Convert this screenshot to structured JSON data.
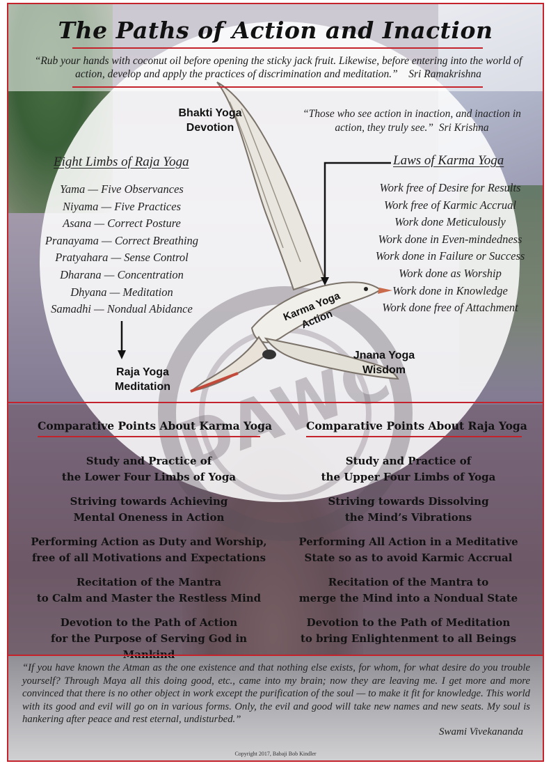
{
  "title": "The Paths of Action and Inaction",
  "top_quote": {
    "text": "“Rub your hands with coconut oil before opening the sticky jack fruit.  Likewise, before entering into the world of action, develop and apply the practices of discrimination and meditation.”",
    "author": "Sri Ramakrishna"
  },
  "krishna_quote": {
    "text": "“Those who see action in inaction, and inaction in action, they truly see.”",
    "author": "Sri Krishna"
  },
  "paths": {
    "bhakti": {
      "name": "Bhakti Yoga",
      "meaning": "Devotion"
    },
    "raja": {
      "name": "Raja Yoga",
      "meaning": "Meditation"
    },
    "jnana": {
      "name": "Jnana Yoga",
      "meaning": "Wisdom"
    },
    "karma": {
      "name": "Karma Yoga",
      "meaning": "Action"
    }
  },
  "raja_limbs": {
    "title": "Eight Limbs of Raja Yoga",
    "items": [
      "Yama — Five Observances",
      "Niyama — Five Practices",
      "Asana — Correct Posture",
      "Pranayama — Correct Breathing",
      "Pratyahara — Sense Control",
      "Dharana — Concentration",
      "Dhyana — Meditation",
      "Samadhi — Nondual Abidance"
    ]
  },
  "karma_laws": {
    "title": "Laws of Karma Yoga",
    "items": [
      "Work free of Desire for Results",
      "Work free of Karmic Accrual",
      "Work done Meticulously",
      "Work done in Even-mindedness",
      "Work done in Failure or Success",
      "Work done as Worship",
      "Work done in Knowledge",
      "Work done free of Attachment"
    ]
  },
  "comparison": {
    "karma_title": "Comparative Points About Karma Yoga",
    "raja_title": "Comparative Points About Raja Yoga",
    "karma_points": [
      {
        "l1": "Study and Practice of",
        "l2": "the Lower Four Limbs of Yoga"
      },
      {
        "l1": "Striving towards Achieving",
        "l2": "Mental Oneness in Action"
      },
      {
        "l1": "Performing Action as Duty and Worship,",
        "l2": "free of all Motivations and Expectations"
      },
      {
        "l1": "Recitation of the Mantra",
        "l2": "to Calm and Master the Restless Mind"
      },
      {
        "l1": "Devotion to the Path of Action",
        "l2": "for the Purpose of Serving God in Mankind"
      }
    ],
    "raja_points": [
      {
        "l1": "Study and Practice of",
        "l2": "the Upper Four Limbs of Yoga"
      },
      {
        "l1": "Striving towards Dissolving",
        "l2": "the Mind’s Vibrations"
      },
      {
        "l1": "Performing All Action in a Meditative",
        "l2": "State so as to avoid Karmic Accrual"
      },
      {
        "l1": "Recitation of the Mantra to",
        "l2": "merge the Mind into a Nondual State"
      },
      {
        "l1": "Devotion to the Path of Meditation",
        "l2": "to bring Enlightenment to all Beings"
      }
    ]
  },
  "bottom_quote": {
    "text": "“If you have known the Atman as the one existence and that nothing else exists, for whom, for what desire do you trouble yourself?  Through Maya all this doing good, etc., came into my brain; now they are leaving me.  I get more and more convinced that there is no other object in work except the purification of the soul — to make it fit for knowledge.  This world with its good and evil will go on in various forms.  Only, the evil and good will take new names and new seats.  My soul is hankering after peace and rest eternal, undisturbed.”",
    "author": "Swami Vivekananda"
  },
  "copyright": "Copyright 2017, Babaji Bob Kindler",
  "watermark": "DAWC",
  "colors": {
    "accent_red": "#c4232b",
    "text": "#111111"
  }
}
